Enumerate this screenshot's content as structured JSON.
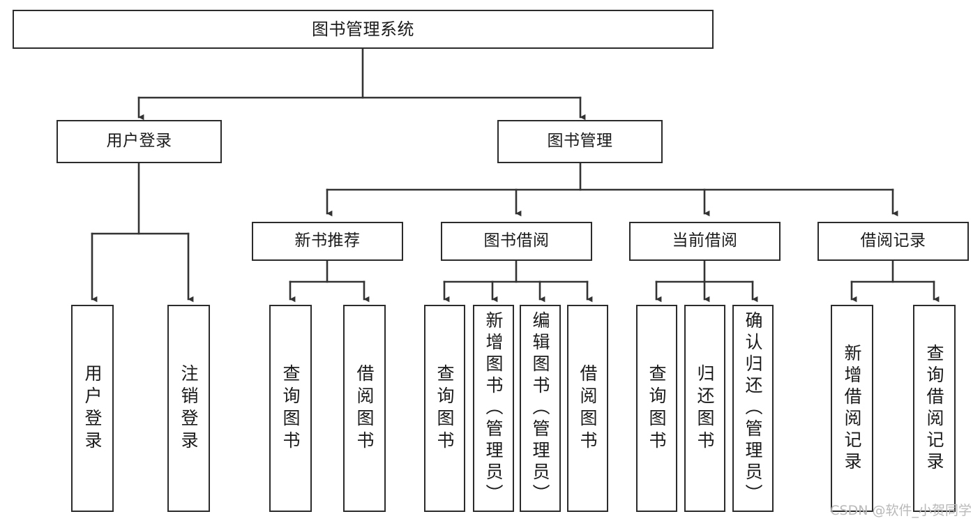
{
  "diagram": {
    "title": "图书管理系统",
    "type": "tree-structure-chart",
    "colors": {
      "box_border": "#2b2b2b",
      "box_fill": "#ffffff",
      "edge": "#333333",
      "text": "#1a1a1a",
      "watermark": "#b9b9b9"
    },
    "watermark": "CSDN @软件_小贺同学",
    "levels": {
      "root": {
        "label": "图书管理系统"
      },
      "level2": [
        {
          "id": "user-login",
          "label": "用户登录"
        },
        {
          "id": "book-manage",
          "label": "图书管理"
        }
      ],
      "level3": [
        {
          "id": "new-book-rec",
          "label": "新书推荐",
          "parent": "book-manage"
        },
        {
          "id": "book-borrow",
          "label": "图书借阅",
          "parent": "book-manage"
        },
        {
          "id": "current-borrow",
          "label": "当前借阅",
          "parent": "book-manage"
        },
        {
          "id": "borrow-record",
          "label": "借阅记录",
          "parent": "book-manage"
        }
      ],
      "level4": [
        {
          "id": "leaf-user-login",
          "label": "用户登录",
          "parent": "user-login"
        },
        {
          "id": "leaf-user-logout",
          "label": "注销登录",
          "parent": "user-login"
        },
        {
          "id": "leaf-query-book-1",
          "label": "查询图书",
          "parent": "new-book-rec"
        },
        {
          "id": "leaf-borrow-book-1",
          "label": "借阅图书",
          "parent": "new-book-rec"
        },
        {
          "id": "leaf-query-book-2",
          "label": "查询图书",
          "parent": "book-borrow"
        },
        {
          "id": "leaf-add-book",
          "label": "新增图书（管理员）",
          "parent": "book-borrow"
        },
        {
          "id": "leaf-edit-book",
          "label": "编辑图书（管理员）",
          "parent": "book-borrow"
        },
        {
          "id": "leaf-borrow-book-2",
          "label": "借阅图书",
          "parent": "book-borrow"
        },
        {
          "id": "leaf-query-book-3",
          "label": "查询图书",
          "parent": "current-borrow"
        },
        {
          "id": "leaf-return-book",
          "label": "归还图书",
          "parent": "current-borrow"
        },
        {
          "id": "leaf-confirm-return",
          "label": "确认归还（管理员）",
          "parent": "current-borrow"
        },
        {
          "id": "leaf-add-record",
          "label": "新增借阅记录",
          "parent": "borrow-record"
        },
        {
          "id": "leaf-query-record",
          "label": "查询借阅记录",
          "parent": "borrow-record"
        }
      ]
    }
  }
}
